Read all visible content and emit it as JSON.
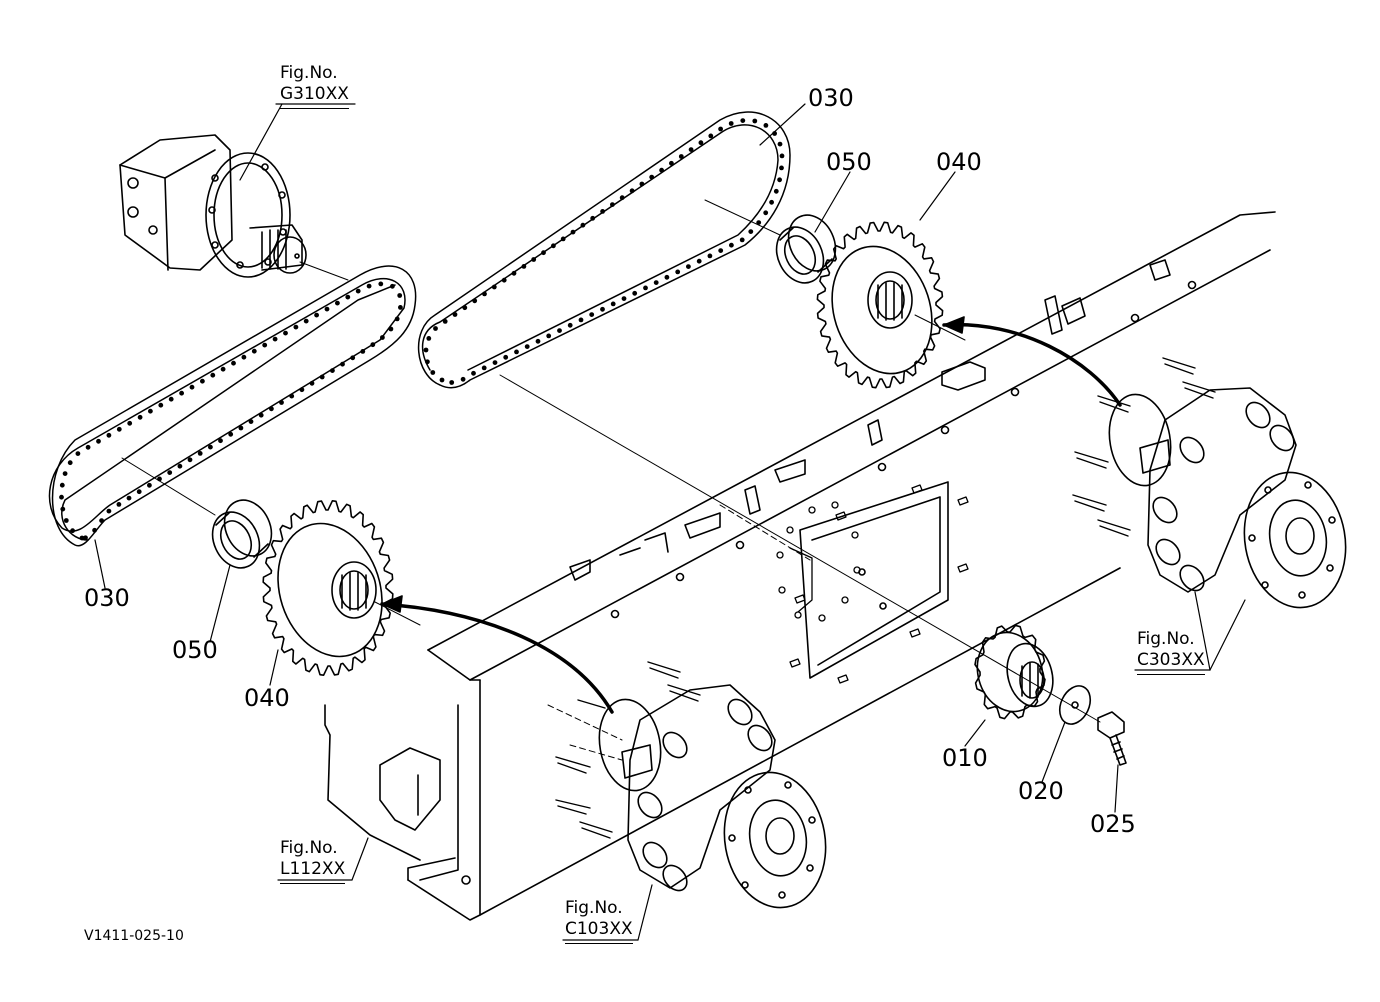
{
  "callouts": {
    "chain_upper": "030",
    "chain_lower": "030",
    "collar_upper": "050",
    "collar_lower": "050",
    "sprocket_upper": "040",
    "sprocket_lower": "040",
    "small_sprocket": "010",
    "washer": "020",
    "bolt": "025"
  },
  "figure_refs": {
    "motor": {
      "prefix": "Fig.No.",
      "ref": "G310XX"
    },
    "frame": {
      "prefix": "Fig.No.",
      "ref": "L112XX"
    },
    "hub_lower": {
      "prefix": "Fig.No.",
      "ref": "C103XX"
    },
    "hub_upper": {
      "prefix": "Fig.No.",
      "ref": "C303XX"
    }
  },
  "document_id": "V1411-025-10"
}
